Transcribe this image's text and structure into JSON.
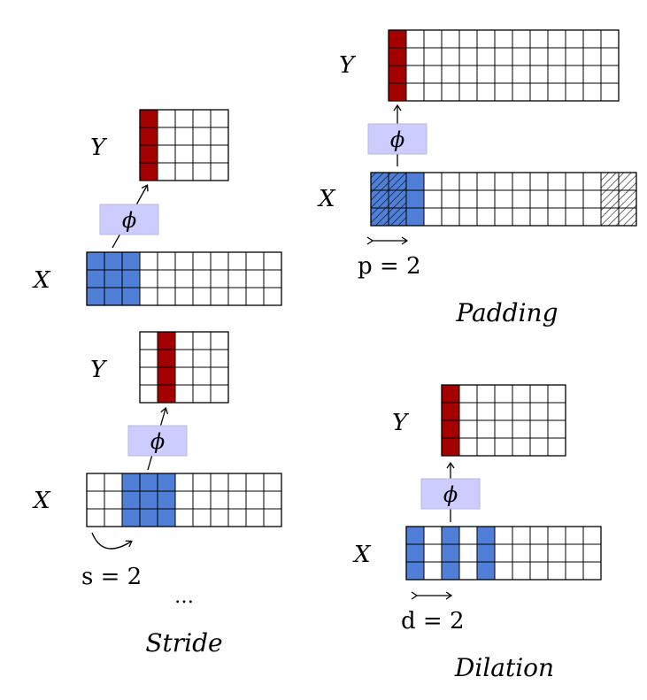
{
  "colors": {
    "input_active": "#4f7fd6",
    "output_active": "#a50000",
    "phi_box": "#ccccff",
    "phi_border": "#b8b8e0",
    "grid_line": "#000000"
  },
  "labels": {
    "y": "Y",
    "x": "X",
    "phi": "ϕ"
  },
  "panels": {
    "basic": {
      "output": {
        "rows": 4,
        "cols": 5,
        "active_col": 0
      },
      "input": {
        "rows": 3,
        "cols": 11,
        "active_cols": [
          0,
          1,
          2
        ]
      }
    },
    "stride": {
      "title": "Stride",
      "param": "s = 2",
      "ellipsis": "…",
      "output": {
        "rows": 4,
        "cols": 5,
        "active_col": 1
      },
      "input": {
        "rows": 3,
        "cols": 11,
        "active_cols": [
          2,
          3,
          4
        ]
      }
    },
    "padding": {
      "title": "Padding",
      "param": "p = 2",
      "output": {
        "rows": 4,
        "cols": 13,
        "active_col": 0
      },
      "input": {
        "rows": 3,
        "cols": 15,
        "active_cols": [
          0,
          1,
          2
        ],
        "hatched_cols": [
          0,
          1,
          13,
          14
        ]
      }
    },
    "dilation": {
      "title": "Dilation",
      "param": "d = 2",
      "output": {
        "rows": 4,
        "cols": 7,
        "active_col": 0
      },
      "input": {
        "rows": 3,
        "cols": 11,
        "active_cols": [
          0,
          2,
          4
        ]
      }
    }
  }
}
